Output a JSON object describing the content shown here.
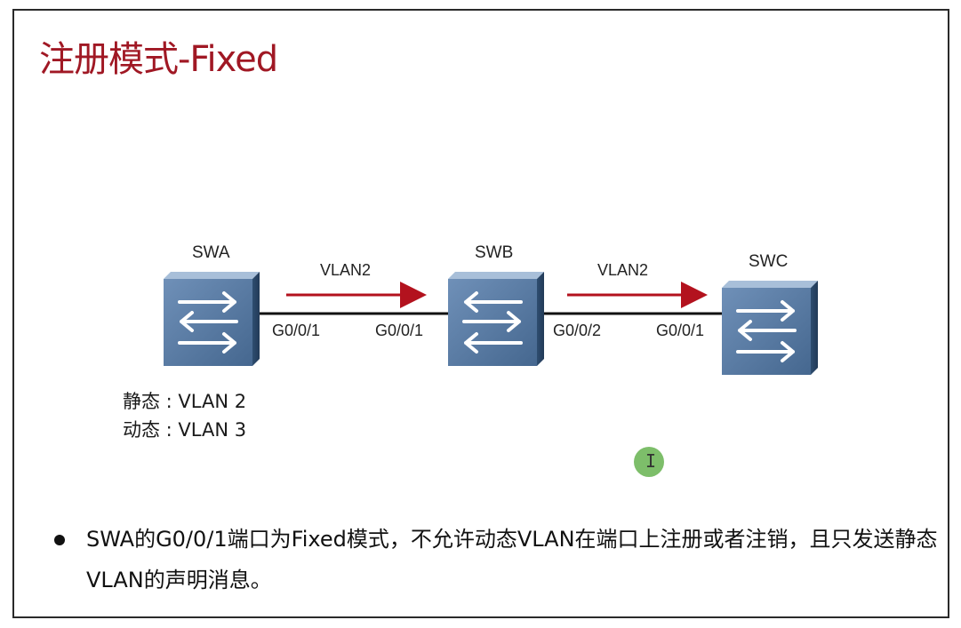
{
  "title": "注册模式-Fixed",
  "devices": {
    "swa": {
      "name": "SWA",
      "icon": "switch-icon"
    },
    "swb": {
      "name": "SWB",
      "icon": "switch-icon"
    },
    "swc": {
      "name": "SWC",
      "icon": "switch-icon"
    }
  },
  "links": {
    "ab": {
      "left_port": "G0/0/1",
      "right_port": "G0/0/1",
      "vlan": "VLAN2"
    },
    "bc": {
      "left_port": "G0/0/2",
      "right_port": "G0/0/1",
      "vlan": "VLAN2"
    }
  },
  "swa_info": {
    "static": "静态 : VLAN 2",
    "dynamic": "动态 : VLAN 3"
  },
  "bullet": "SWA的G0/0/1端口为Fixed模式，不允许动态VLAN在端口上注册或者注销，且只发送静态VLAN的声明消息。",
  "colors": {
    "title": "#a01824",
    "arrow": "#b3121e",
    "switch_body": "#4a6d96",
    "cursor_highlight": "#7dbe6a"
  }
}
